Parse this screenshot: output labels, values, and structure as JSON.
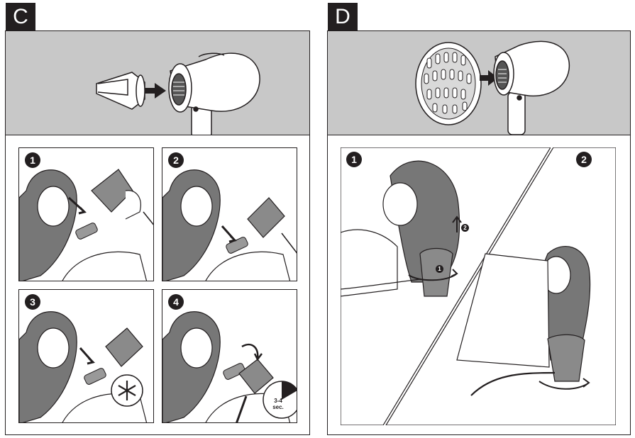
{
  "section_c": {
    "letter": "C",
    "steps": [
      {
        "number": "1"
      },
      {
        "number": "2"
      },
      {
        "number": "3"
      },
      {
        "number": "4"
      }
    ],
    "timer_label": "3-4",
    "timer_unit": "sec."
  },
  "section_d": {
    "letter": "D",
    "steps": [
      {
        "number": "1"
      },
      {
        "number": "2"
      }
    ],
    "sub_steps": [
      "1",
      "2"
    ]
  },
  "colors": {
    "ink": "#231f20",
    "band_gray": "#c8c8c8",
    "device_gray": "#8a8a8a"
  },
  "icons": [
    "hair-dryer-icon",
    "concentrator-nozzle-icon",
    "diffuser-icon",
    "snowflake-icon",
    "timer-icon",
    "arrow-icon"
  ]
}
